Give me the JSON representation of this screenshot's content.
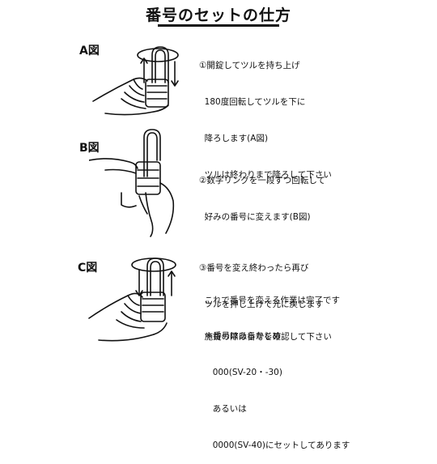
{
  "title": "番号のセットの仕方",
  "figures": [
    {
      "label": "A図"
    },
    {
      "label": "B図"
    },
    {
      "label": "C図"
    }
  ],
  "step1": [
    "①開錠してツルを持ち上げ",
    "  180度回転してツルを下に",
    "  降ろします(A図)",
    "  ツルは終わりまで降ろして下さい"
  ],
  "step2": [
    "②数字リングを一段ずつ回転して",
    "  好みの番号に変えます(B図)"
  ],
  "step3": [
    "③番号を変え終わったら再び",
    "  ツルを押し上げて元に戻します"
  ],
  "note1": [
    "  これで番号を変える作業は完了です",
    "  施錠の際は番号を確認して下さい"
  ],
  "note2": [
    "  ＊番号はあらかじめ",
    "     000(SV-20・-30)",
    "     あるいは",
    "     0000(SV-40)にセットしてあります"
  ]
}
